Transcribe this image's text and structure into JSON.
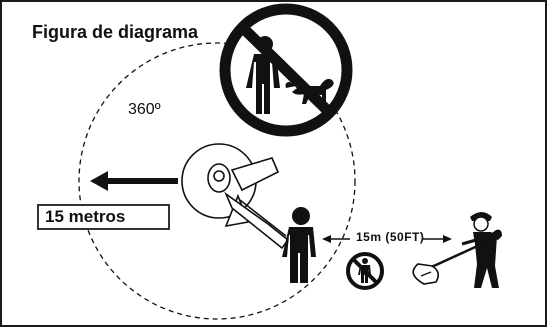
{
  "diagram": {
    "title": "Figura de diagrama",
    "angle_label": "360º",
    "distance_label": "15 metros",
    "gap_label": "15m (50FT)"
  },
  "colors": {
    "ink": "#111111",
    "background": "#ffffff"
  },
  "icons": [
    "no-people-or-animals-sign",
    "trimmer-head-icon",
    "bystander-icon",
    "operator-with-trimmer-icon",
    "small-no-person-sign",
    "arrow-left-icon",
    "double-arrow-icon"
  ]
}
